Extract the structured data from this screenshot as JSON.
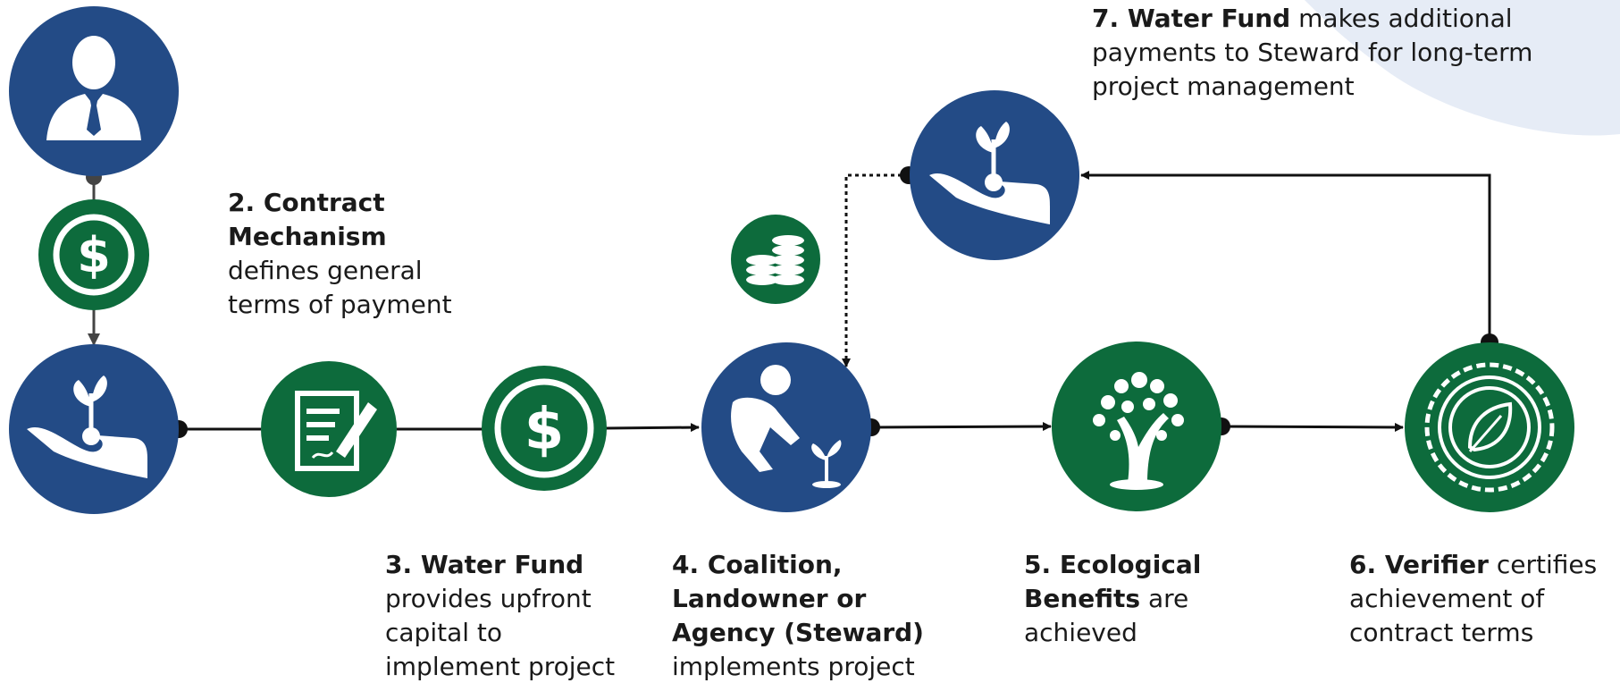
{
  "colors": {
    "blue": "#234b86",
    "green": "#0d6b3c",
    "line": "#111111",
    "accent_blob": "#e6ecf6"
  },
  "icons": {
    "investor": "person-icon",
    "funding": "dollar-coin-icon",
    "water_fund": "hand-with-plant-icon",
    "contract": "contract-pen-icon",
    "capital": "dollar-coin-icon",
    "coins": "coin-stack-icon",
    "steward": "person-planting-icon",
    "ecology": "tree-icon",
    "verifier": "leaf-seal-icon",
    "long_term": "hand-with-plant-icon"
  },
  "labels": {
    "step2": {
      "bold": "2. Contract Mechanism",
      "rest": "defines general terms of payment"
    },
    "step3": {
      "bold": "3. Water Fund",
      "rest": "provides upfront capital to implement project"
    },
    "step4": {
      "bold": "4. Coalition, Landowner or Agency (Steward)",
      "rest": "implements project"
    },
    "step5": {
      "bold": "5. Ecological Benefits",
      "rest": "are achieved"
    },
    "step6": {
      "bold": "6. Verifier",
      "rest": "certifies achievement of contract terms"
    },
    "step7": {
      "bold": "7. Water Fund",
      "rest": "makes additional payments to Steward for long-term project management"
    }
  }
}
